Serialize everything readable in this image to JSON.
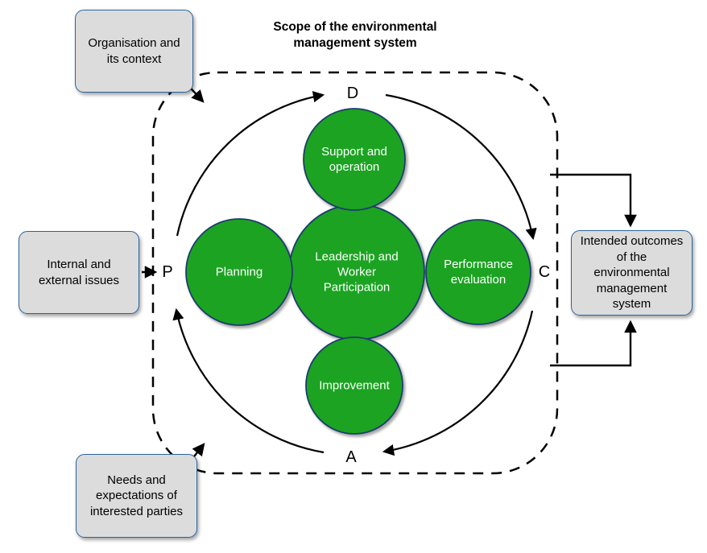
{
  "title": "Scope of the environmental\nmanagement system",
  "boxes": {
    "organisation": "Organisation and\nits context",
    "internal": "Internal and\nexternal issues",
    "needs": "Needs and\nexpectations of\ninterested parties",
    "outcomes": "Intended outcomes\nof the\nenvironmental\nmanagement\nsystem"
  },
  "cycle_letters": {
    "plan": "P",
    "do": "D",
    "check": "C",
    "act": "A"
  },
  "circles": {
    "support": "Support and\noperation",
    "planning": "Planning",
    "leadership": "Leadership and\nWorker\nParticipation",
    "performance": "Performance\nevaluation",
    "improvement": "Improvement"
  },
  "colors": {
    "circle_fill": "#1aa321",
    "circle_border": "#1f3c6e",
    "box_fill": "#dcdcdc",
    "box_border": "#2a64a0",
    "line": "#000000"
  }
}
